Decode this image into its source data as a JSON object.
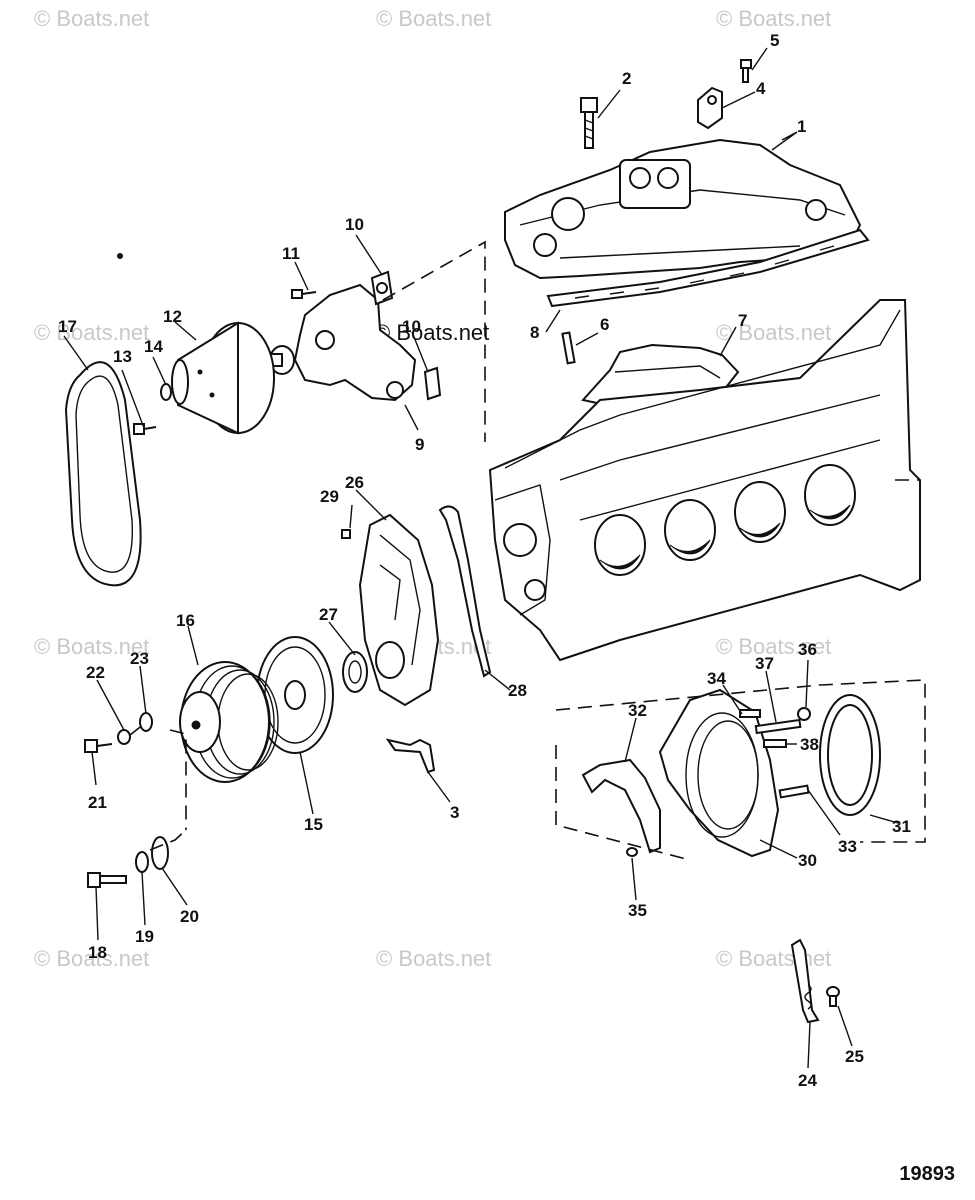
{
  "watermark_text": "© Boats.net",
  "center_watermark_text": "© Boats.net",
  "drawing_number": "19893",
  "callouts": [
    "1",
    "2",
    "3",
    "4",
    "5",
    "6",
    "7",
    "8",
    "9",
    "10",
    "11",
    "12",
    "13",
    "14",
    "15",
    "16",
    "17",
    "18",
    "19",
    "20",
    "21",
    "22",
    "23",
    "24",
    "25",
    "26",
    "27",
    "28",
    "29",
    "30",
    "31",
    "32",
    "33",
    "34",
    "35",
    "36",
    "37",
    "38",
    "10"
  ]
}
